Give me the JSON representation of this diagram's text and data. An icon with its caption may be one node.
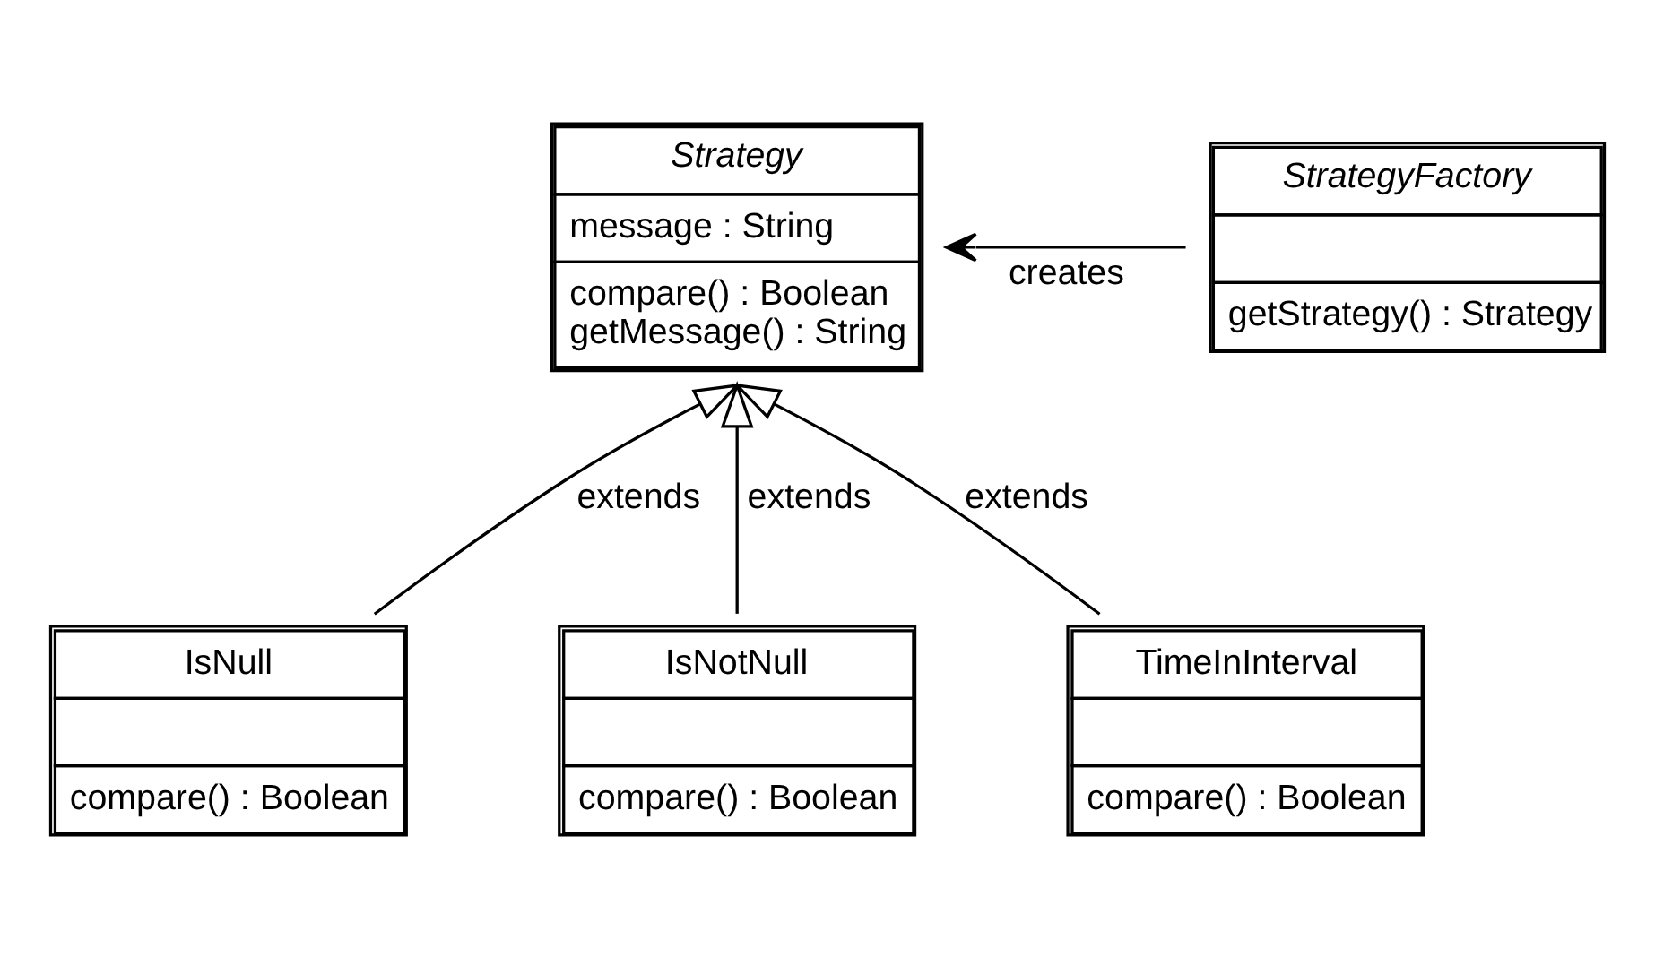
{
  "diagram": {
    "nodes": [
      {
        "text": [
          "Strategy",
          "message : String",
          "compare() : Boolean",
          "getMessage() : String"
        ]
      },
      {
        "text": [
          "StrategyFactory",
          "getStrategy() : Strategy"
        ]
      },
      {
        "text": [
          "IsNull",
          "compare() : Boolean"
        ]
      },
      {
        "text": [
          "IsNotNull",
          "compare() : Boolean"
        ]
      },
      {
        "text": [
          "TimeInInterval",
          "compare() : Boolean"
        ]
      }
    ],
    "edges": [
      {
        "from": 1,
        "to": 0,
        "arrow": "to",
        "label": "creates"
      },
      {
        "from": 2,
        "to": 0,
        "arrow": "to",
        "label": "extends"
      },
      {
        "from": 3,
        "to": 0,
        "arrow": "to",
        "label": "extends"
      },
      {
        "from": 4,
        "to": 0,
        "arrow": "to",
        "label": "extends"
      }
    ]
  }
}
